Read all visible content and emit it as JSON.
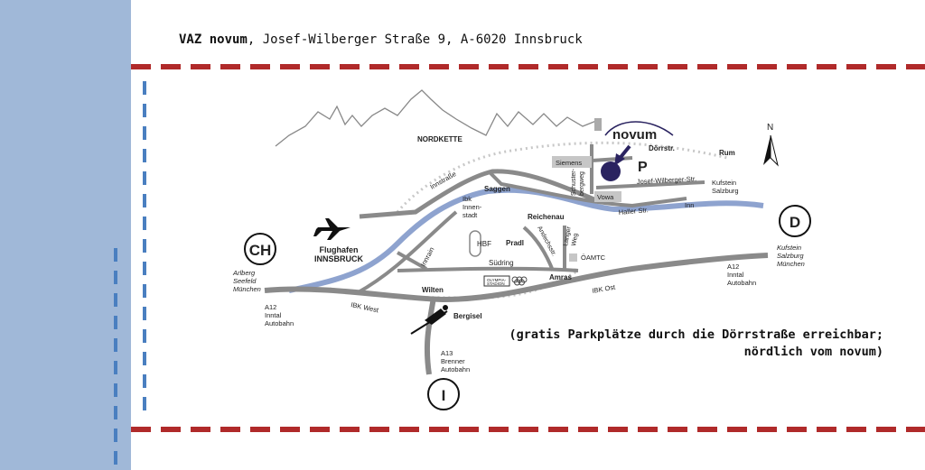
{
  "header": {
    "venue": "VAZ novum",
    "address": ", Josef-Wilberger Straße 9, A-6020 Innsbruck"
  },
  "note": {
    "line1": "(gratis Parkplätze durch die Dörrstraße erreichbar;",
    "line2": "nördlich vom novum)"
  },
  "map": {
    "brand": "novum",
    "parking": "P",
    "north": "N",
    "mountains": "NORDKETTE",
    "airport": {
      "line1": "Flughafen",
      "line2": "INNSBRUCK"
    },
    "countries": {
      "ch": "CH",
      "d": "D",
      "i": "I"
    },
    "streets": {
      "innstrasse": "Innstraße",
      "innrain": "Innrain",
      "suedring": "Südring",
      "schusterbergweg_1": "Schuster-",
      "schusterbergweg_2": "bergweg",
      "langer_weg_1": "Langer",
      "langer_weg_2": "Weg",
      "andechsstr": "Andechsstr.",
      "doerrstr": "Dörrstr.",
      "wilberger": "Josef-Wilberger-Str.",
      "haller": "Haller Str.",
      "inn": "Inn",
      "siemens": "Siemens",
      "vowa": "Vowa",
      "oeamtc": "ÖAMTC",
      "ibk_west": "IBK West",
      "ibk_ost": "IBK Ost"
    },
    "districts": {
      "saggen": "Saggen",
      "ibk1": "Ibk",
      "ibk2": "Innen-",
      "ibk3": "stadt",
      "reichenau": "Reichenau",
      "pradl": "Pradl",
      "hbf": "HBF",
      "amras": "Amras",
      "wilten": "Wilten",
      "bergisel": "Bergisel",
      "rum": "Rum",
      "olympia1": "OLYMPIA-",
      "olympia2": "STADION"
    },
    "destinations": {
      "kufstein_top_1": "Kufstein",
      "kufstein_top_2": "Salzburg",
      "kufstein_right_1": "Kufstein",
      "kufstein_right_2": "Salzburg",
      "kufstein_right_3": "München",
      "arlberg_1": "Arlberg",
      "arlberg_2": "Seefeld",
      "arlberg_3": "München"
    },
    "highways": {
      "a12_west_1": "A12",
      "a12_west_2": "Inntal",
      "a12_west_3": "Autobahn",
      "a12_east_1": "A12",
      "a12_east_2": "Inntal",
      "a12_east_3": "Autobahn",
      "a13_1": "A13",
      "a13_2": "Brenner",
      "a13_3": "Autobahn"
    }
  },
  "colors": {
    "side_panel": "#a0b8d8",
    "red_dash": "#b02a2a",
    "blue_dash": "#4a7fc0",
    "road": "#8a8a8a",
    "river": "#8ea3cf",
    "novum": "#2a2360"
  }
}
